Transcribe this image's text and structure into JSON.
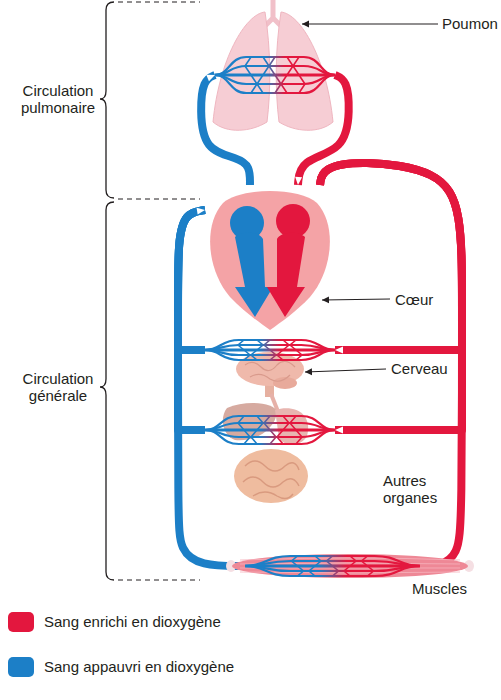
{
  "diagram": {
    "nodes": [
      {
        "text": [
          "Poumon"
        ]
      },
      {
        "text": [
          "Cœur"
        ]
      },
      {
        "text": [
          "Cerveau"
        ]
      },
      {
        "text": [
          "Autres organes"
        ]
      },
      {
        "text": [
          "Muscles"
        ]
      }
    ],
    "edges": [
      {
        "from": 1,
        "to": 0,
        "arrow": "to"
      },
      {
        "from": 0,
        "to": 1,
        "arrow": "to"
      },
      {
        "from": 1,
        "to": 2,
        "arrow": "to"
      },
      {
        "from": 1,
        "to": 3,
        "arrow": "to"
      },
      {
        "from": 1,
        "to": 4,
        "arrow": "to"
      },
      {
        "from": 2,
        "to": 1,
        "arrow": "to"
      },
      {
        "from": 3,
        "to": 1,
        "arrow": "to"
      },
      {
        "from": 4,
        "to": 1,
        "arrow": "to"
      }
    ],
    "labels": [
      "Circulation pulmonaire",
      "Circulation générale"
    ],
    "legend": [
      {
        "text": "Sang enrichi en dioxygène",
        "color": "#e3173e"
      },
      {
        "text": "Sang appauvri en dioxygène",
        "color": "#1c7fc7"
      }
    ]
  }
}
